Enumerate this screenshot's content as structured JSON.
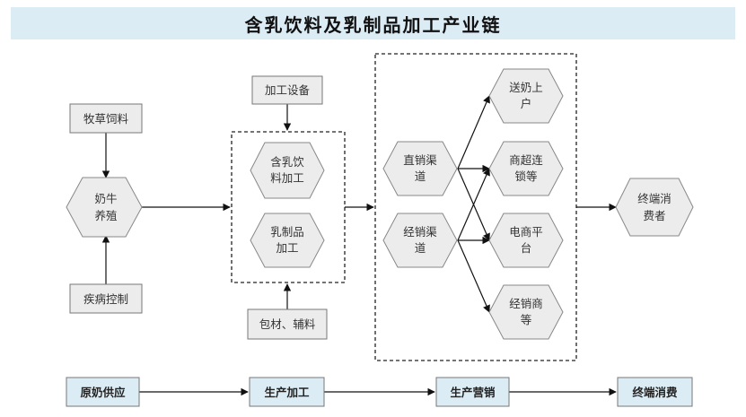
{
  "title": "含乳饮料及乳制品加工产业链",
  "upstream": {
    "forage": "牧草饲料",
    "dairy_cow": [
      "奶牛",
      "养殖"
    ],
    "disease_control": "疾病控制"
  },
  "processing": {
    "equipment": "加工设备",
    "milk_beverage": [
      "含乳饮",
      "料加工"
    ],
    "dairy_products": [
      "乳制品",
      "加工"
    ],
    "packaging": "包材、辅料"
  },
  "marketing": {
    "direct_channel": [
      "直销渠",
      "道"
    ],
    "distribution_channel": [
      "经销渠",
      "道"
    ],
    "targets": [
      [
        "送奶上",
        "户"
      ],
      [
        "商超连",
        "锁等"
      ],
      [
        "电商平",
        "台"
      ],
      [
        "经销商",
        "等"
      ]
    ]
  },
  "consumer": [
    "终端消",
    "费者"
  ],
  "stages": [
    "原奶供应",
    "生产加工",
    "生产营销",
    "终端消费"
  ],
  "colors": {
    "title_bg": "#dcecf5",
    "stage_bg": "#dcecf5",
    "node_fill": "#ececec",
    "arrow": "#111111"
  }
}
